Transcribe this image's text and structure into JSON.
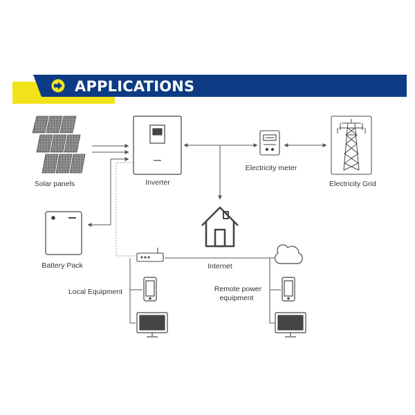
{
  "banner": {
    "title": "APPLICATIONS",
    "colors": {
      "navy": "#0d3c84",
      "yellow": "#f2e21a",
      "arrow_circle": "#f2e21a",
      "arrow": "#0d3c84"
    }
  },
  "labels": {
    "solar_panels": "Solar panels",
    "inverter": "Inverter",
    "electricity_meter": "Electricity meter",
    "electricity_grid": "Electricity Grid",
    "battery_pack": "Battery Pack",
    "internet": "Internet",
    "local_equipment": "Local Equipment",
    "remote_power_line1": "Remote power",
    "remote_power_line2": "equipment"
  },
  "icons": {
    "arrow": "arrow-right-icon",
    "solar": "solar-panel-icon",
    "inverter": "inverter-icon",
    "meter": "electricity-meter-icon",
    "grid": "transmission-tower-icon",
    "battery": "battery-icon",
    "house": "house-icon",
    "router": "router-icon",
    "cloud": "cloud-icon",
    "phone": "phone-icon",
    "monitor": "monitor-icon"
  },
  "colors": {
    "line": "#555555",
    "icon": "#444444",
    "dashed": "#9a9a9a"
  }
}
